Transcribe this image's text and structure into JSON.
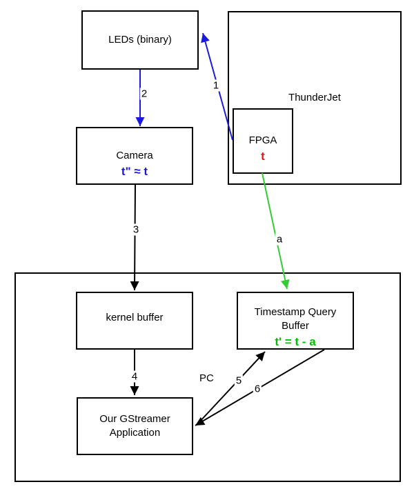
{
  "containers": {
    "thunderjet": {
      "label": "ThunderJet"
    },
    "pc": {
      "label": "PC"
    }
  },
  "nodes": {
    "leds": {
      "label": "LEDs (binary)"
    },
    "fpga": {
      "label": "FPGA",
      "formula": "t"
    },
    "camera": {
      "label": "Camera",
      "formula": "t\" ≈ t"
    },
    "kernel_buffer": {
      "label": "kernel buffer"
    },
    "timestamp_query_buffer": {
      "label": "Timestamp Query\nBuffer",
      "formula": "t' = t - a"
    },
    "gstreamer_app": {
      "label": "Our GStreamer\nApplication"
    }
  },
  "edges": {
    "e1": {
      "label": "1",
      "from": "FPGA",
      "to": "LEDs (binary)",
      "color": "#1a1adf"
    },
    "e2": {
      "label": "2",
      "from": "LEDs (binary)",
      "to": "Camera",
      "color": "#1a1adf"
    },
    "e3": {
      "label": "3",
      "from": "Camera",
      "to": "kernel buffer",
      "color": "#000000"
    },
    "ea": {
      "label": "a",
      "from": "FPGA",
      "to": "Timestamp Query Buffer",
      "color": "#33cc33"
    },
    "e4": {
      "label": "4",
      "from": "kernel buffer",
      "to": "Our GStreamer Application",
      "color": "#000000"
    },
    "e5": {
      "label": "5",
      "from": "Our GStreamer Application",
      "to": "Timestamp Query Buffer",
      "color": "#000000"
    },
    "e6": {
      "label": "6",
      "from": "Timestamp Query Buffer",
      "to": "Our GStreamer Application",
      "color": "#000000"
    }
  },
  "colors": {
    "box_border": "#000000",
    "edge_blue": "#1a1adf",
    "edge_green": "#33cc33",
    "edge_black": "#000000",
    "formula_red": "#ee1111",
    "formula_blue": "#1a1adf",
    "formula_green": "#00bf00"
  }
}
